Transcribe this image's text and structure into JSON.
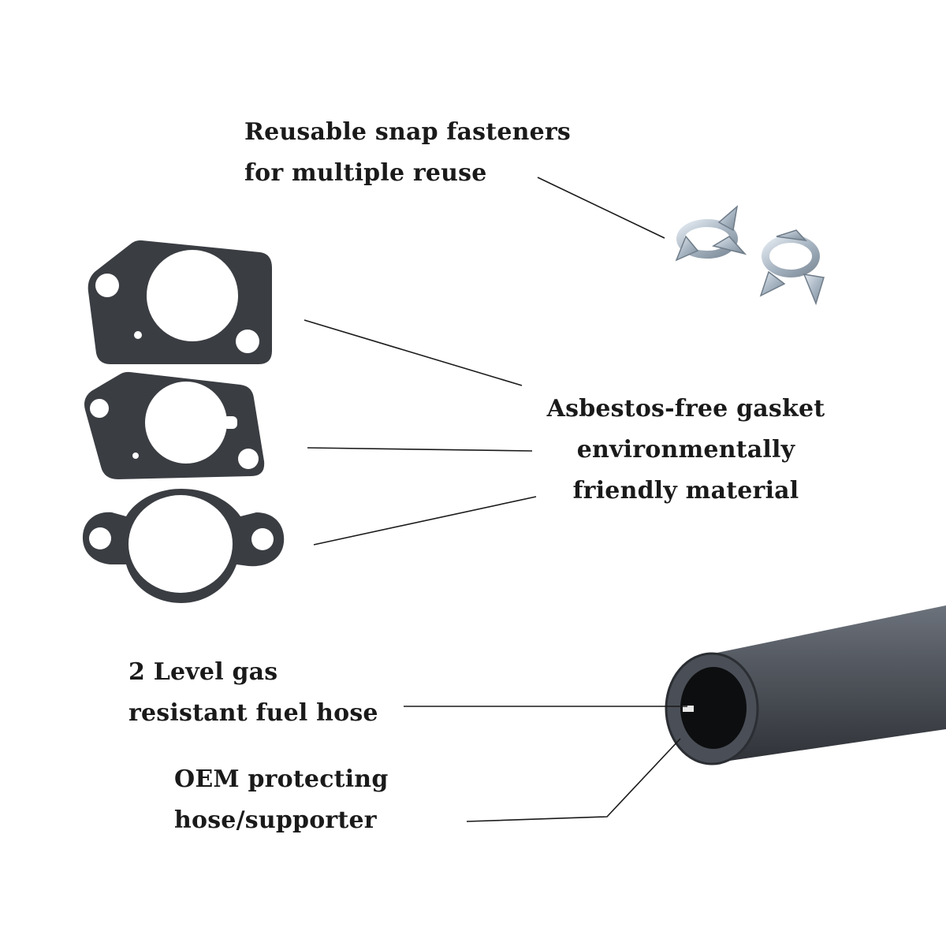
{
  "labels": {
    "fasteners": {
      "line1": "Reusable snap fasteners",
      "line2": "for multiple reuse"
    },
    "gasket": {
      "line1": "Asbestos-free gasket",
      "line2": "environmentally",
      "line3": "friendly material"
    },
    "fuel_hose": {
      "line1": "2 Level gas",
      "line2": "resistant fuel hose"
    },
    "oem": {
      "line1": "OEM protecting",
      "line2": "hose/supporter"
    }
  },
  "colors": {
    "gasket": "#3a3d42",
    "hose": "#4a4f57",
    "hose_inner": "#0d0e10",
    "clip": "#b9c6d2",
    "line": "#1a1a1a",
    "text": "#1a1a1a"
  },
  "icons": [
    "snap-clip-icon",
    "gasket-icon",
    "fuel-hose-icon"
  ]
}
